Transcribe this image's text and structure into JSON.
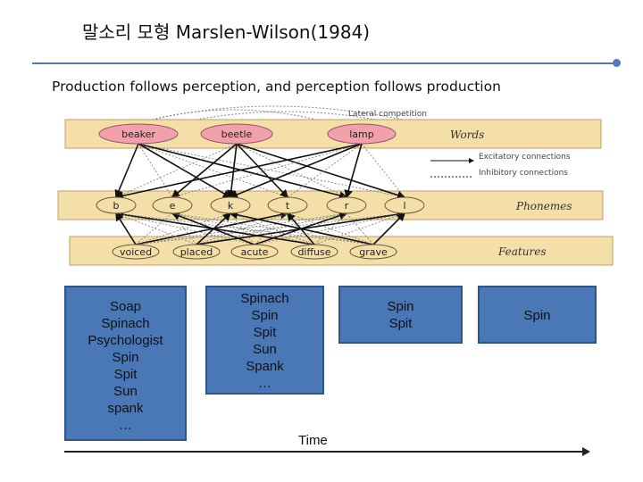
{
  "slide": {
    "title": "말소리 모형 Marslen-Wilson(1984)",
    "subtitle": "Production follows perception, and perception follows production"
  },
  "network": {
    "lateral_label": "Lateral competition",
    "legend": [
      {
        "label": "Excitatory connections",
        "style": "solid"
      },
      {
        "label": "Inhibitory connections",
        "style": "dotted"
      }
    ],
    "bands": {
      "words": {
        "label": "Words",
        "nodes": [
          "beaker",
          "beetle",
          "lamp"
        ]
      },
      "phonemes": {
        "label": "Phonemes",
        "nodes": [
          "b",
          "e",
          "k",
          "t",
          "r",
          "l"
        ]
      },
      "features": {
        "label": "Features",
        "nodes": [
          "voiced",
          "placed",
          "acute",
          "diffuse",
          "grave"
        ]
      }
    },
    "colors": {
      "band_fill": "#f5dfa9",
      "band_border": "#b9a06a",
      "word_node": "#f3a0ad",
      "phoneme_node": "#f5dfa9"
    }
  },
  "cohort_boxes": [
    {
      "words": [
        "Soap",
        "Spinach",
        "Psychologist",
        "Spin",
        "Spit",
        "Sun",
        "spank",
        "…"
      ]
    },
    {
      "words": [
        "Spinach",
        "Spin",
        "Spit",
        "Sun",
        "Spank",
        "…"
      ]
    },
    {
      "words": [
        "Spin",
        "Spit"
      ]
    },
    {
      "words": [
        "Spin"
      ]
    }
  ],
  "timeline": {
    "label": "Time"
  },
  "colors": {
    "box_fill": "#4a77b6",
    "box_border": "#2e5489",
    "rule": "#4f79b8"
  }
}
